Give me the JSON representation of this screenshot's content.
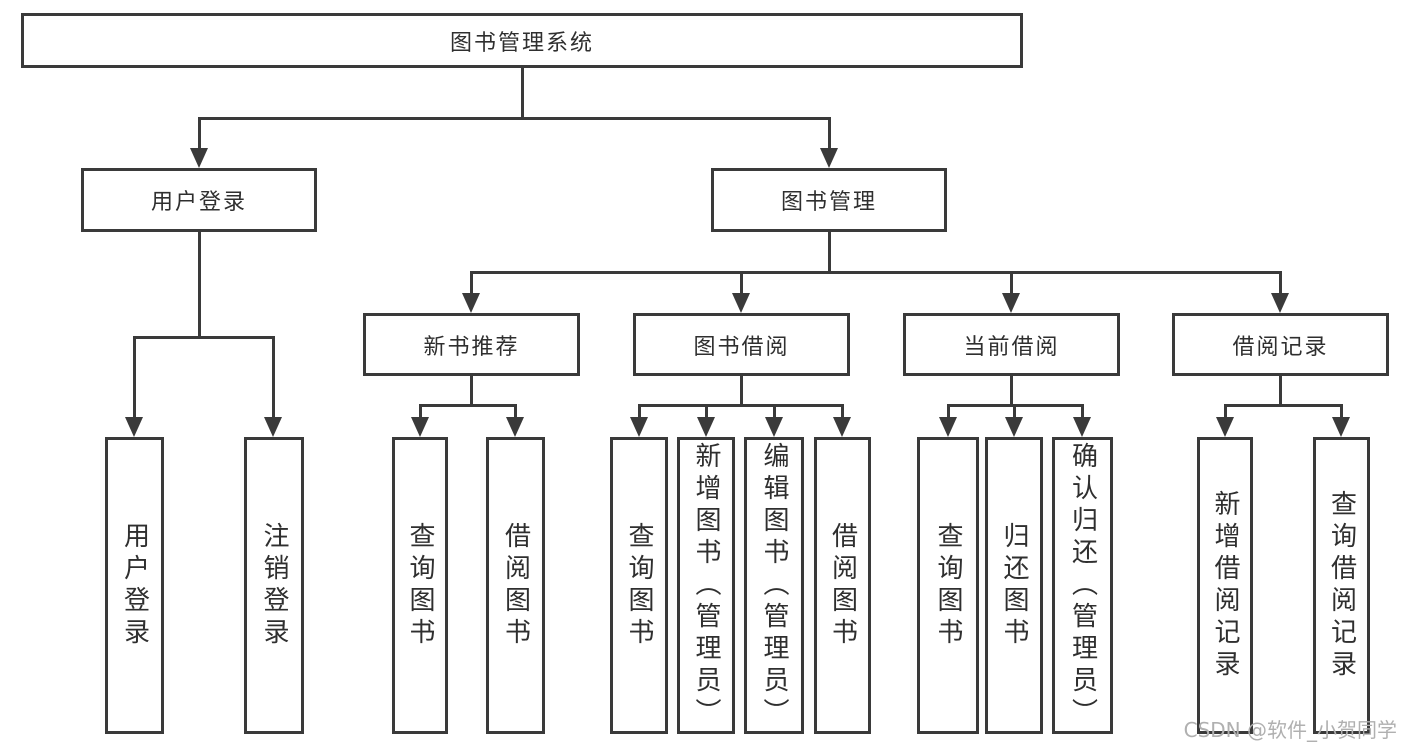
{
  "diagram": {
    "root": {
      "label": "图书管理系统"
    },
    "level2": [
      {
        "label": "用户登录"
      },
      {
        "label": "图书管理"
      }
    ],
    "level3": [
      {
        "label": "新书推荐"
      },
      {
        "label": "图书借阅"
      },
      {
        "label": "当前借阅"
      },
      {
        "label": "借阅记录"
      }
    ],
    "leaves": {
      "user_login": [
        "用户登录",
        "注销登录"
      ],
      "new_book": [
        "查询图书",
        "借阅图书"
      ],
      "book_borrow": [
        "查询图书",
        "新增图书（管理员）",
        "编辑图书（管理员）",
        "借阅图书"
      ],
      "current_borrow": [
        "查询图书",
        "归还图书",
        "确认归还（管理员）"
      ],
      "borrow_record": [
        "新增借阅记录",
        "查询借阅记录"
      ]
    }
  },
  "watermark": "CSDN @软件_小贺同学",
  "colors": {
    "line": "#3a3a3a",
    "text": "#2f2f2f",
    "background": "#ffffff",
    "watermark": "#b0b0b0"
  }
}
